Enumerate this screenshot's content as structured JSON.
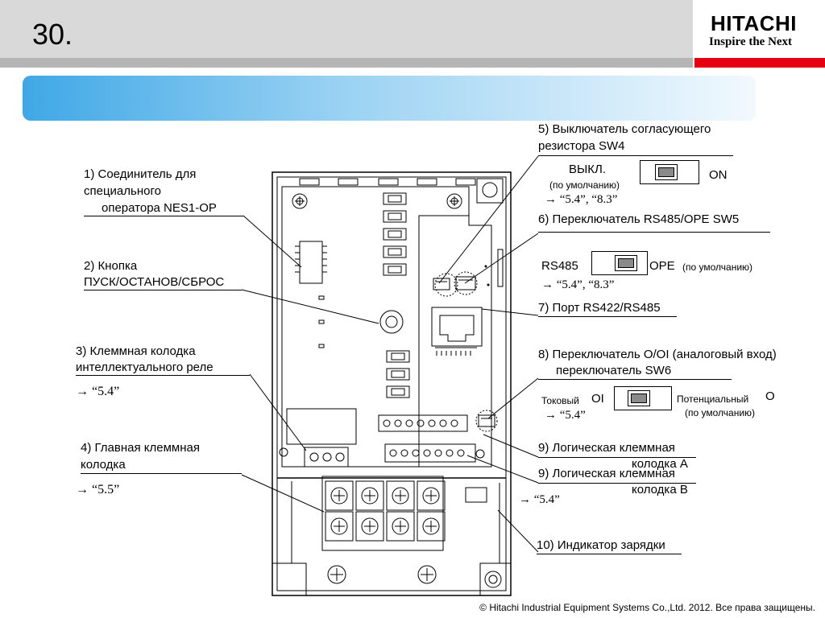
{
  "header": {
    "slide_number": "30."
  },
  "logo": {
    "name": "HITACHI",
    "tagline": "Inspire the Next"
  },
  "labels": {
    "l1": [
      "1) Соединитель для",
      "специального",
      "оператора NES1-OP"
    ],
    "l2": [
      "2) Кнопка",
      "ПУСК/ОСТАНОВ/СБРОС"
    ],
    "l3": [
      "3) Клеммная колодка",
      "интеллектуального реле"
    ],
    "l3_ref": "→ “5.4”",
    "l4": [
      "4) Главная клеммная",
      "колодка"
    ],
    "l4_ref": "→ “5.5”",
    "l5": [
      "5) Выключатель согласующего",
      "резистора SW4"
    ],
    "l5_off": "ВЫКЛ.",
    "l5_default": "(по умолчанию)",
    "l5_ref": "→ “5.4”, “8.3”",
    "l5_on": "ON",
    "l6": "6) Переключатель RS485/OPE SW5",
    "l6_left": "RS485",
    "l6_right": "OPE",
    "l6_default": "(по умолчанию)",
    "l6_ref": "→ “5.4”, “8.3”",
    "l7": "7) Порт RS422/RS485",
    "l8": [
      "8) Переключатель O/OI (аналоговый вход)",
      "переключатель SW6"
    ],
    "l8_left_a": "Токовый",
    "l8_left_b": "OI",
    "l8_ref": "→ “5.4”",
    "l8_right_a": "Потенциальный",
    "l8_right_b": "O",
    "l8_default": "(по умолчанию)",
    "l9a": [
      "9) Логическая клеммная",
      "колодка A"
    ],
    "l9b": [
      "9) Логическая клеммная",
      "колодка B"
    ],
    "l9_ref": "→ “5.4”",
    "l10": "10) Индикатор зарядки"
  },
  "footer": "© Hitachi Industrial Equipment Systems Co.,Ltd. 2012. Все права защищены."
}
